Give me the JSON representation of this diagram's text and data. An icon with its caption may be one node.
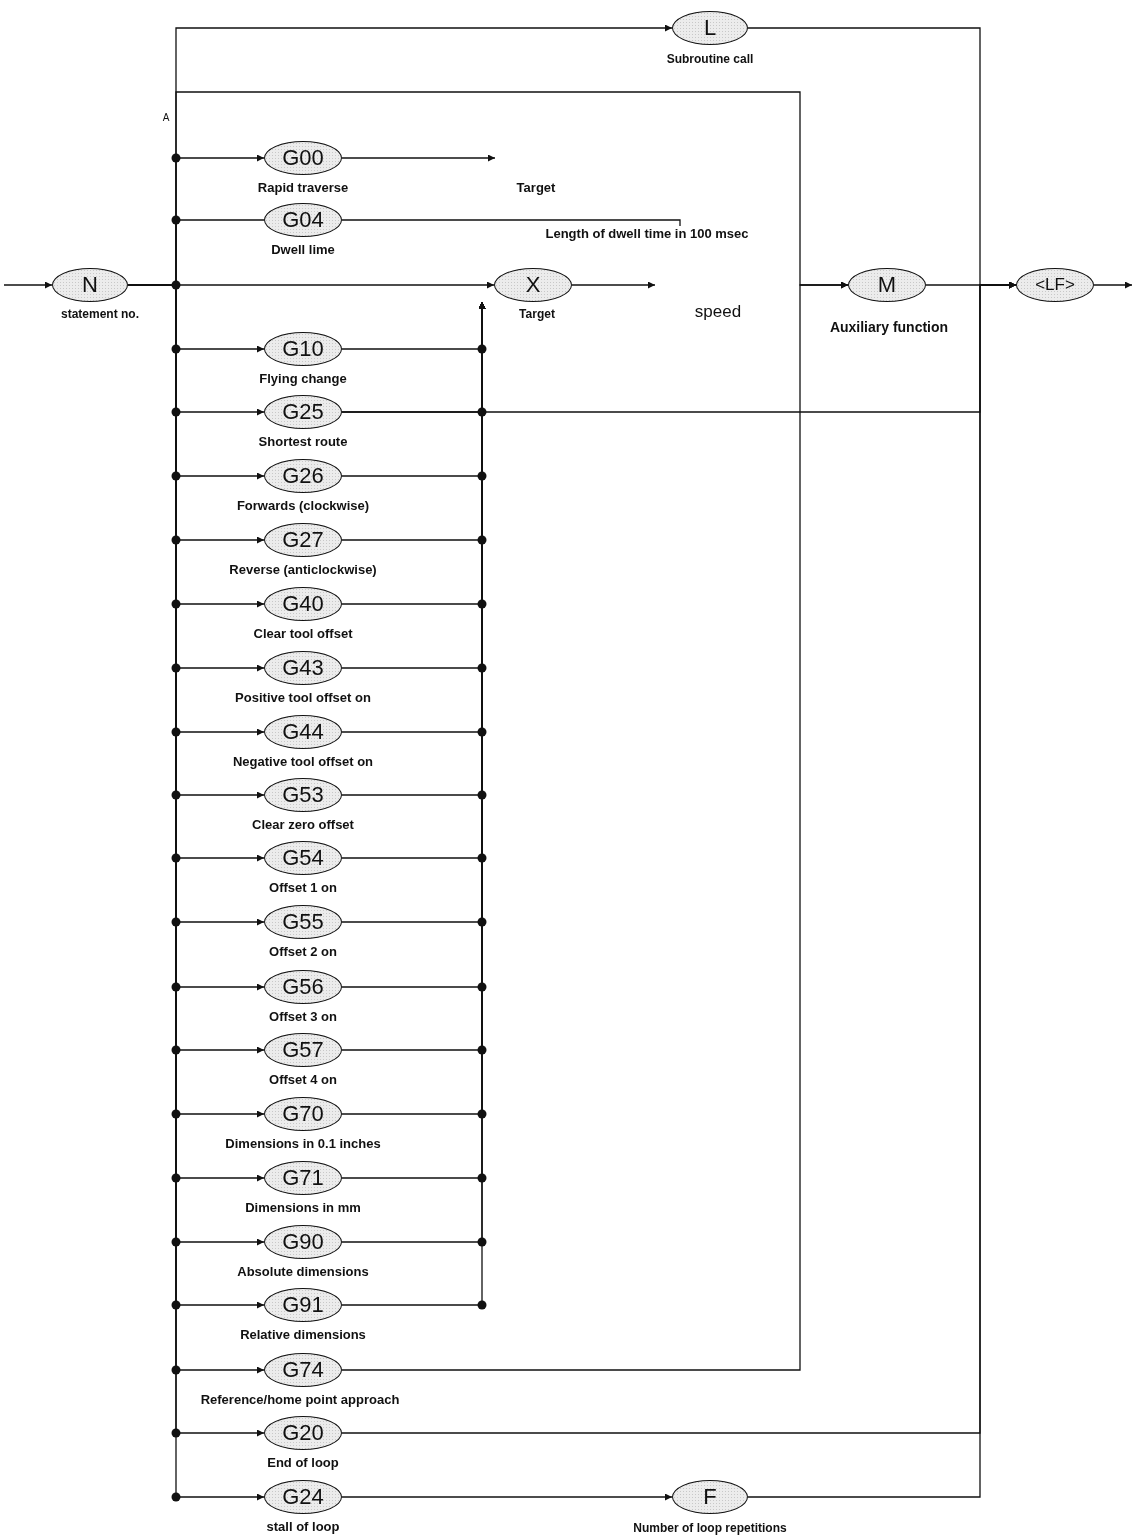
{
  "diagram": {
    "nodes": [
      {
        "text": [
          "L"
        ],
        "beside": [
          "Subroutine call"
        ]
      },
      {
        "text": [
          "G00"
        ],
        "beside": [
          "Rapid traverse"
        ]
      },
      {
        "text": [
          "G04"
        ],
        "beside": [
          "Dwell lime"
        ]
      },
      {
        "text": [
          "N"
        ],
        "beside": [
          "statement no."
        ]
      },
      {
        "text": [
          "X"
        ],
        "beside": [
          "Target"
        ]
      },
      {
        "text": [
          "M"
        ],
        "beside": [
          "Auxiliary function"
        ]
      },
      {
        "text": [
          "<LF>"
        ]
      },
      {
        "text": [
          "G10"
        ],
        "beside": [
          "Flying change"
        ]
      },
      {
        "text": [
          "G25"
        ],
        "beside": [
          "Shortest route"
        ]
      },
      {
        "text": [
          "G26"
        ],
        "beside": [
          "Forwards (clockwise)"
        ]
      },
      {
        "text": [
          "G27"
        ],
        "beside": [
          "Reverse (anticlockwise)"
        ]
      },
      {
        "text": [
          "G40"
        ],
        "beside": [
          "Clear tool offset"
        ]
      },
      {
        "text": [
          "G43"
        ],
        "beside": [
          "Positive tool offset on"
        ]
      },
      {
        "text": [
          "G44"
        ],
        "beside": [
          "Negative tool offset on"
        ]
      },
      {
        "text": [
          "G53"
        ],
        "beside": [
          "Clear zero offset"
        ]
      },
      {
        "text": [
          "G54"
        ],
        "beside": [
          "Offset 1 on"
        ]
      },
      {
        "text": [
          "G55"
        ],
        "beside": [
          "Offset 2 on"
        ]
      },
      {
        "text": [
          "G56"
        ],
        "beside": [
          "Offset 3 on"
        ]
      },
      {
        "text": [
          "G57"
        ],
        "beside": [
          "Offset 4 on"
        ]
      },
      {
        "text": [
          "G70"
        ],
        "beside": [
          "Dimensions in 0.1 inches"
        ]
      },
      {
        "text": [
          "G71"
        ],
        "beside": [
          "Dimensions in mm"
        ]
      },
      {
        "text": [
          "G90"
        ],
        "beside": [
          "Absolute dimensions"
        ]
      },
      {
        "text": [
          "G91"
        ],
        "beside": [
          "Relative dimensions"
        ]
      },
      {
        "text": [
          "G74"
        ],
        "beside": [
          "Reference/home point approach"
        ]
      },
      {
        "text": [
          "G20"
        ],
        "beside": [
          "End of loop"
        ]
      },
      {
        "text": [
          "G24"
        ],
        "beside": [
          "stall of loop"
        ]
      },
      {
        "text": [
          "F"
        ],
        "beside": [
          "Number of loop repetitions"
        ]
      },
      {
        "text": [
          "Length of dwell time in 100 msec"
        ]
      }
    ],
    "edges": [
      {
        "from": null,
        "to": 3,
        "arrow": "to"
      },
      {
        "from": 3,
        "to": 0,
        "arrow": "to"
      },
      {
        "from": 3,
        "to": 5,
        "arrow": "to"
      },
      {
        "from": 3,
        "to": 1,
        "arrow": "to"
      },
      {
        "from": 3,
        "to": 2,
        "arrow": "none"
      },
      {
        "from": 3,
        "to": 4,
        "arrow": "to"
      },
      {
        "from": 3,
        "to": 7,
        "arrow": "to"
      },
      {
        "from": 3,
        "to": 8,
        "arrow": "to"
      },
      {
        "from": 3,
        "to": 9,
        "arrow": "to"
      },
      {
        "from": 3,
        "to": 10,
        "arrow": "to"
      },
      {
        "from": 3,
        "to": 11,
        "arrow": "to"
      },
      {
        "from": 3,
        "to": 12,
        "arrow": "to"
      },
      {
        "from": 3,
        "to": 13,
        "arrow": "to"
      },
      {
        "from": 3,
        "to": 14,
        "arrow": "to"
      },
      {
        "from": 3,
        "to": 15,
        "arrow": "to"
      },
      {
        "from": 3,
        "to": 16,
        "arrow": "to"
      },
      {
        "from": 3,
        "to": 17,
        "arrow": "to"
      },
      {
        "from": 3,
        "to": 18,
        "arrow": "to"
      },
      {
        "from": 3,
        "to": 19,
        "arrow": "to"
      },
      {
        "from": 3,
        "to": 20,
        "arrow": "to"
      },
      {
        "from": 3,
        "to": 21,
        "arrow": "to"
      },
      {
        "from": 3,
        "to": 22,
        "arrow": "to"
      },
      {
        "from": 3,
        "to": 23,
        "arrow": "to"
      },
      {
        "from": 3,
        "to": 24,
        "arrow": "to"
      },
      {
        "from": 3,
        "to": 25,
        "arrow": "to"
      },
      {
        "from": 1,
        "to": null,
        "arrow": "to"
      },
      {
        "from": 2,
        "to": 27,
        "arrow": "none"
      },
      {
        "from": 4,
        "to": null,
        "arrow": "to"
      },
      {
        "from": 7,
        "to": 4,
        "arrow": "to"
      },
      {
        "from": 8,
        "to": 4,
        "arrow": "to"
      },
      {
        "from": 9,
        "to": 4,
        "arrow": "to"
      },
      {
        "from": 10,
        "to": 4,
        "arrow": "to"
      },
      {
        "from": 11,
        "to": 4,
        "arrow": "to"
      },
      {
        "from": 12,
        "to": 4,
        "arrow": "to"
      },
      {
        "from": 13,
        "to": 4,
        "arrow": "to"
      },
      {
        "from": 14,
        "to": 4,
        "arrow": "to"
      },
      {
        "from": 15,
        "to": 4,
        "arrow": "to"
      },
      {
        "from": 16,
        "to": 4,
        "arrow": "to"
      },
      {
        "from": 17,
        "to": 4,
        "arrow": "to"
      },
      {
        "from": 18,
        "to": 4,
        "arrow": "to"
      },
      {
        "from": 19,
        "to": 4,
        "arrow": "to"
      },
      {
        "from": 20,
        "to": 4,
        "arrow": "to"
      },
      {
        "from": 21,
        "to": 4,
        "arrow": "to"
      },
      {
        "from": 22,
        "to": 4,
        "arrow": "to"
      },
      {
        "from": 8,
        "to": 6,
        "arrow": "to"
      },
      {
        "from": 0,
        "to": 6,
        "arrow": "to"
      },
      {
        "from": 5,
        "to": 6,
        "arrow": "to"
      },
      {
        "from": 23,
        "to": 5,
        "arrow": "to"
      },
      {
        "from": 24,
        "to": 6,
        "arrow": "to"
      },
      {
        "from": 25,
        "to": 26,
        "arrow": "to"
      },
      {
        "from": 26,
        "to": 6,
        "arrow": "to"
      },
      {
        "from": 6,
        "to": null,
        "arrow": "to"
      }
    ],
    "labels": [
      "A",
      "Target",
      "speed"
    ]
  }
}
